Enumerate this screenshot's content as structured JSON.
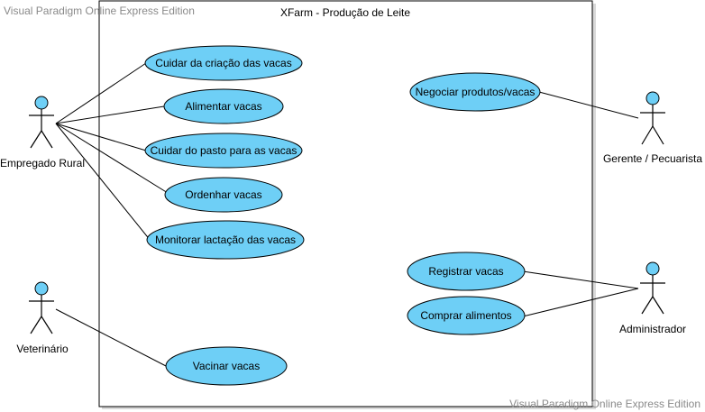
{
  "watermark_top": "Visual Paradigm Online Express Edition",
  "watermark_bottom": "Visual Paradigm Online Express Edition",
  "system": {
    "title": "XFarm - Produção de Leite"
  },
  "actors": {
    "empregado": "Empregado Rural",
    "veterinario": "Veterinário",
    "gerente": "Gerente / Pecuarista",
    "administrador": "Administrador"
  },
  "use_cases": {
    "cuidar_criacao": "Cuidar da criação das vacas",
    "alimentar": "Alimentar vacas",
    "cuidar_pasto": "Cuidar do pasto para as vacas",
    "ordenhar": "Ordenhar vacas",
    "monitorar": "Monitorar lactação das vacas",
    "negociar": "Negociar produtos/vacas",
    "registrar": "Registrar vacas",
    "comprar": "Comprar alimentos",
    "vacinar": "Vacinar vacas"
  },
  "colors": {
    "use_case_fill": "#6ecff6",
    "line": "#000000",
    "watermark": "#8a8a8a"
  }
}
